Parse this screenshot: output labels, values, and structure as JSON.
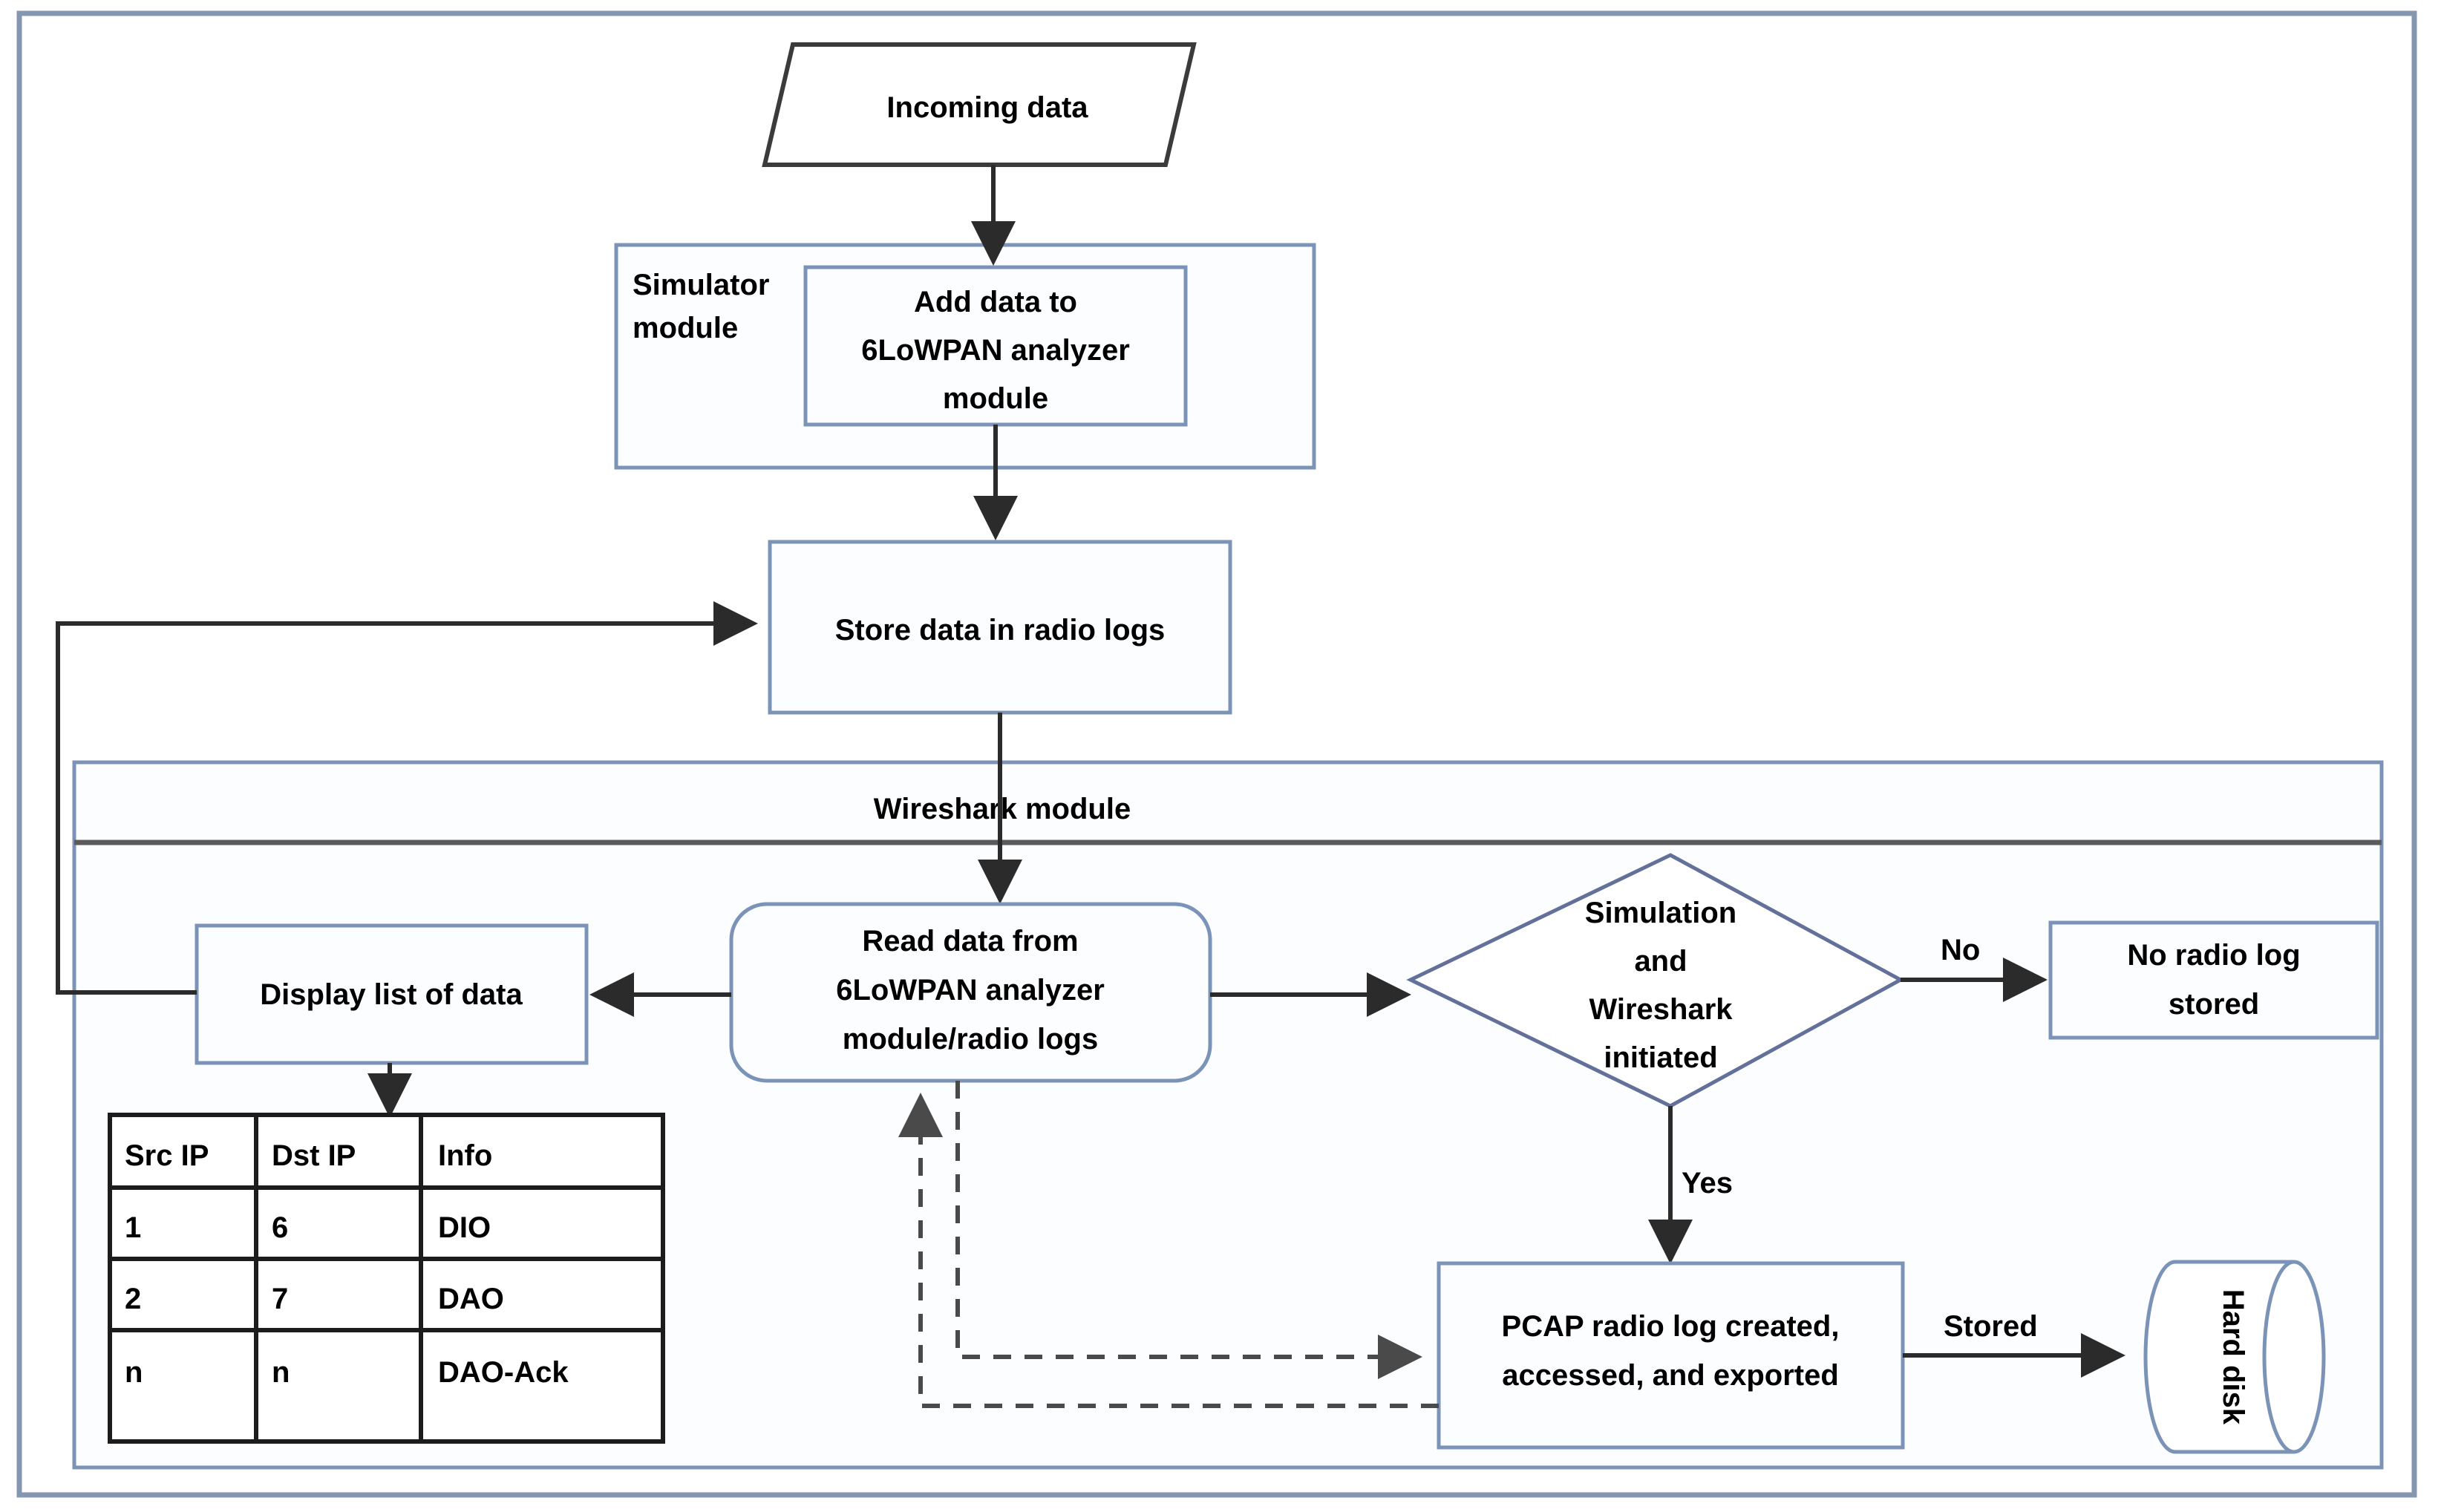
{
  "diagram": {
    "title": "6LoWPAN analyzer / Wireshark data flow",
    "outer_frame_color": "#8496b0",
    "node_border_color": "#7c93b8",
    "node_fill": "#fbfdff",
    "arrow_color": "#2b2b2b",
    "text_color": "#000000"
  },
  "nodes": {
    "incoming_data": {
      "label": "Incoming data",
      "shape": "parallelogram"
    },
    "simulator_module": {
      "label_line1": "Simulator",
      "label_line2": "module",
      "shape": "container"
    },
    "add_data": {
      "line1": "Add data to",
      "line2": "6LoWPAN analyzer",
      "line3": "module",
      "shape": "rect"
    },
    "store_data": {
      "label": "Store data in radio logs",
      "shape": "rect"
    },
    "wireshark_module": {
      "label": "Wireshark module",
      "shape": "container"
    },
    "display_list": {
      "label": "Display list of data",
      "shape": "rect"
    },
    "read_data": {
      "line1": "Read data from",
      "line2": "6LoWPAN analyzer",
      "line3": "module/radio logs",
      "shape": "rounded-rect"
    },
    "decision": {
      "line1": "Simulation",
      "line2": "and",
      "line3": "Wireshark",
      "line4": "initiated",
      "shape": "diamond"
    },
    "no_radio_log": {
      "line1": "No radio log",
      "line2": "stored",
      "shape": "rect"
    },
    "pcap": {
      "line1": "PCAP radio log created,",
      "line2": "accessed, and exported",
      "shape": "rect"
    },
    "hard_disk": {
      "label": "Hard disk",
      "shape": "cylinder",
      "orientation": "vertical-text"
    }
  },
  "edge_labels": {
    "no": "No",
    "yes": "Yes",
    "stored": "Stored"
  },
  "table": {
    "headers": [
      "Src IP",
      "Dst IP",
      "Info"
    ],
    "rows": [
      [
        "1",
        "6",
        "DIO"
      ],
      [
        "2",
        "7",
        "DAO"
      ],
      [
        "n",
        "n",
        "DAO-Ack"
      ]
    ]
  }
}
